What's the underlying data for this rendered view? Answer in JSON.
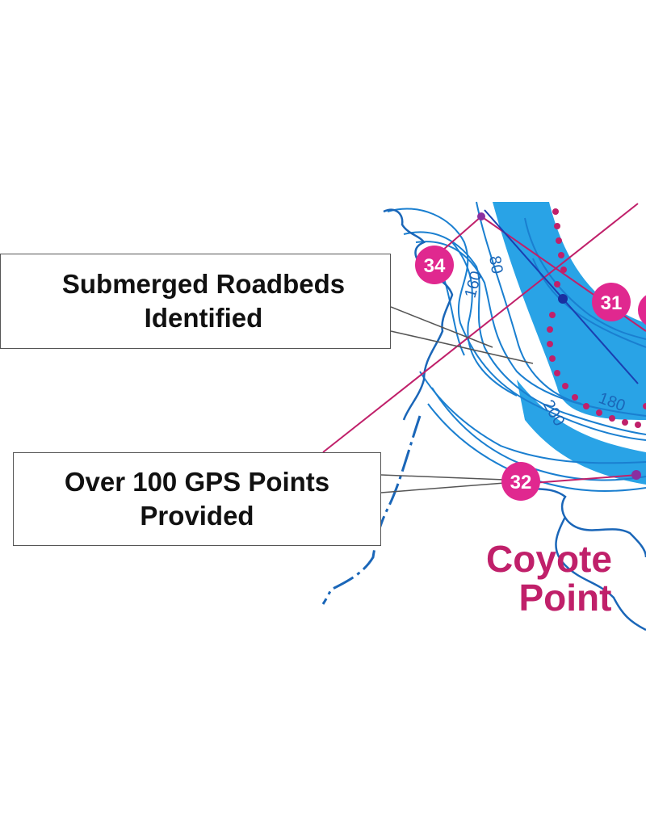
{
  "colors": {
    "water": "#29a3e6",
    "contour": "#1a7fd0",
    "shoreline": "#1a66b8",
    "marker": "#e0288f",
    "route": "#c0206a",
    "text": "#111111"
  },
  "callouts": {
    "roadbeds": {
      "line1": "Submerged Roadbeds",
      "line2": "Identified"
    },
    "gps": {
      "line1": "Over 100 GPS Points",
      "line2": "Provided"
    }
  },
  "place": {
    "line1": "Coyote",
    "line2": "Point"
  },
  "waypoints": [
    {
      "id": "34",
      "label": "34"
    },
    {
      "id": "31",
      "label": "31"
    },
    {
      "id": "32",
      "label": "32"
    }
  ],
  "depth_labels": [
    "80",
    "160",
    "200",
    "180"
  ]
}
